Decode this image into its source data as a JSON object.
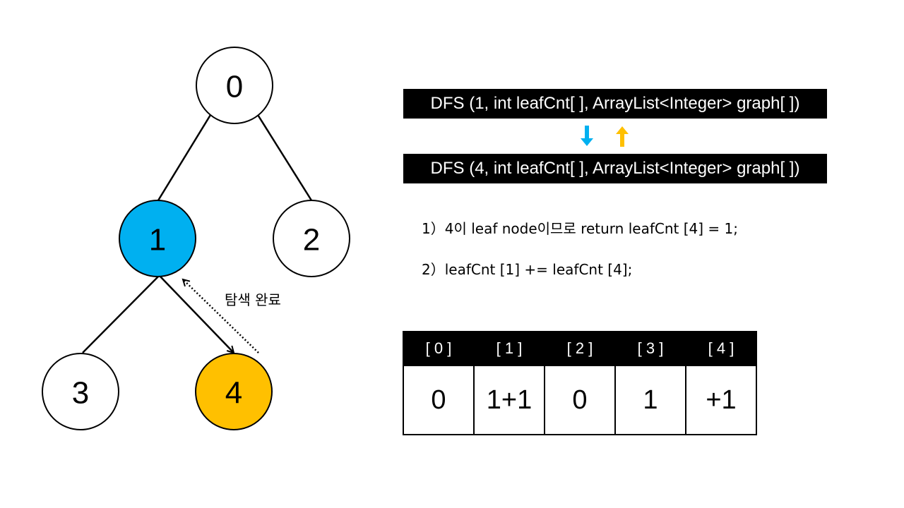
{
  "tree": {
    "nodes": [
      {
        "id": "0",
        "label": "0",
        "fill": "#ffffff"
      },
      {
        "id": "1",
        "label": "1",
        "fill": "#00b0f0"
      },
      {
        "id": "2",
        "label": "2",
        "fill": "#ffffff"
      },
      {
        "id": "3",
        "label": "3",
        "fill": "#ffffff"
      },
      {
        "id": "4",
        "label": "4",
        "fill": "#ffc000"
      }
    ],
    "edges": [
      {
        "from": "0",
        "to": "1"
      },
      {
        "from": "0",
        "to": "2"
      },
      {
        "from": "1",
        "to": "3"
      },
      {
        "from": "1",
        "to": "4"
      }
    ],
    "return_caption": "탐색 완료"
  },
  "calls": {
    "outer": "DFS (1, int leafCnt[ ], ArrayList<Integer> graph[ ])",
    "inner": "DFS (4, int leafCnt[ ], ArrayList<Integer> graph[ ])",
    "down_arrow_color": "#00b0f0",
    "up_arrow_color": "#ffc000",
    "down_arrow_icon": "arrow-down-icon",
    "up_arrow_icon": "arrow-up-icon"
  },
  "steps": [
    "1）4이 leaf node이므로 return leafCnt [4]  = 1;",
    "2）leafCnt [1]  += leafCnt [4];"
  ],
  "leaf_table": {
    "headers": [
      "[ 0 ]",
      "[ 1 ]",
      "[ 2 ]",
      "[ 3 ]",
      "[ 4 ]"
    ],
    "values": [
      "0",
      "1+1",
      "0",
      "1",
      "+1"
    ]
  }
}
